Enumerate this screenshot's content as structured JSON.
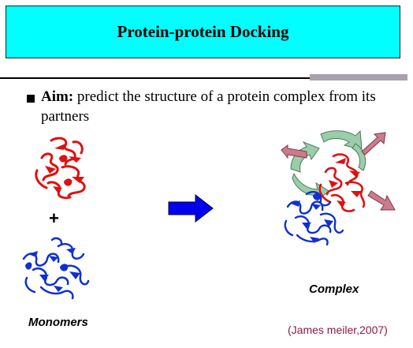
{
  "slide": {
    "title": "Protein-protein Docking",
    "bullet": {
      "label": "Aim:",
      "text": " predict the structure of a protein complex from its partners"
    },
    "plus": "+",
    "monomers_label": "Monomers",
    "complex_label": "Complex",
    "citation": "(James meiler,2007)"
  },
  "colors": {
    "title_bg": "#00ffff",
    "protein_red": "#e01010",
    "protein_blue": "#1030d0",
    "arrow_blue": "#0000ee",
    "rotation_green": "#9ccdab",
    "translation_pink": "#cc7b8a",
    "citation": "#8a1a4a"
  },
  "icons": [
    "red-protein-icon",
    "blue-protein-icon",
    "right-arrow-icon",
    "rotation-arrow-icon",
    "translation-arrow-icon"
  ]
}
